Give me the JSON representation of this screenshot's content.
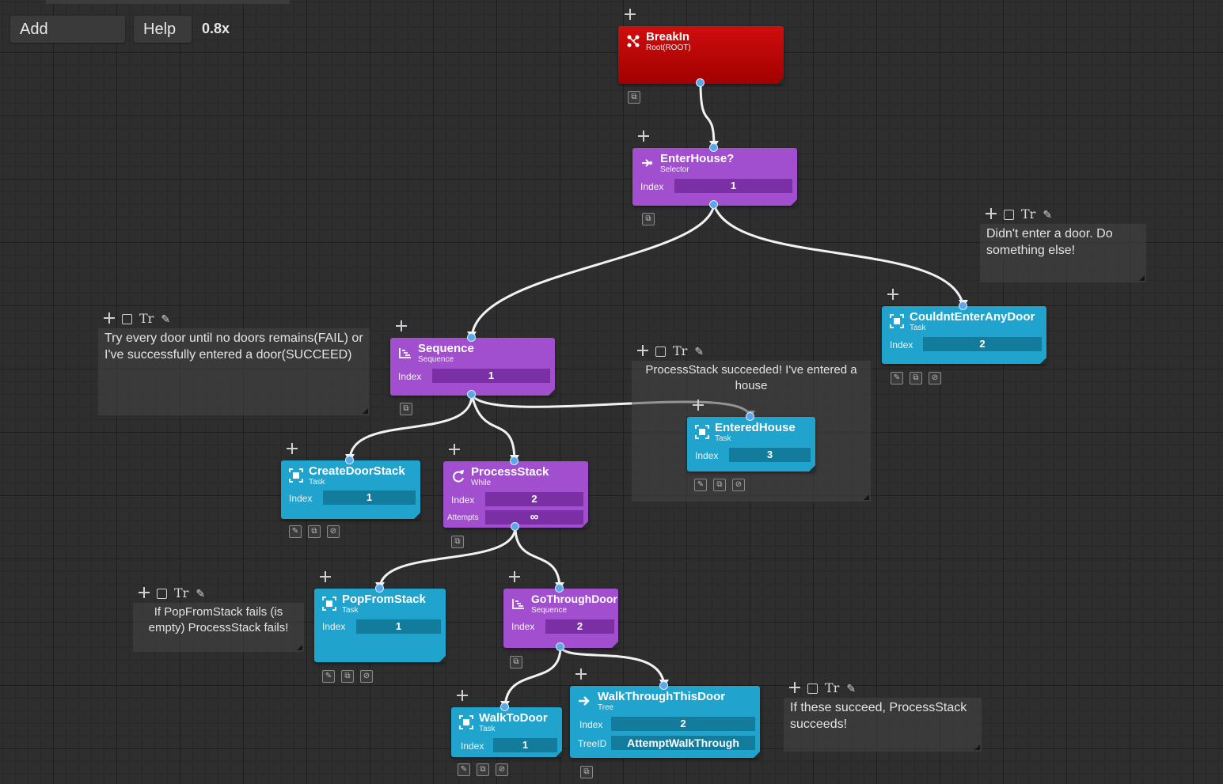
{
  "toolbar": {
    "add_label": "Add",
    "help_label": "Help",
    "zoom": "0.8x"
  },
  "nodes": {
    "breakin": {
      "title": "BreakIn",
      "sub": "Root(ROOT)"
    },
    "enterhouse": {
      "title": "EnterHouse?",
      "sub": "Selector",
      "index_label": "Index",
      "index": "1"
    },
    "couldnt": {
      "title": "CouldntEnterAnyDoor",
      "sub": "Task",
      "index_label": "Index",
      "index": "2"
    },
    "sequence": {
      "title": "Sequence",
      "sub": "Sequence",
      "index_label": "Index",
      "index": "1"
    },
    "enteredhouse": {
      "title": "EnteredHouse",
      "sub": "Task",
      "index_label": "Index",
      "index": "3"
    },
    "createdoorstack": {
      "title": "CreateDoorStack",
      "sub": "Task",
      "index_label": "Index",
      "index": "1"
    },
    "processstack": {
      "title": "ProcessStack",
      "sub": "While",
      "index_label": "Index",
      "index": "2",
      "attempts_label": "Attempts",
      "attempts": "∞"
    },
    "popfromstack": {
      "title": "PopFromStack",
      "sub": "Task",
      "index_label": "Index",
      "index": "1"
    },
    "gothroughdoor": {
      "title": "GoThroughDoor",
      "sub": "Sequence",
      "index_label": "Index",
      "index": "2"
    },
    "walktodoor": {
      "title": "WalkToDoor",
      "sub": "Task",
      "index_label": "Index",
      "index": "1"
    },
    "walkthrough": {
      "title": "WalkThroughThisDoor",
      "sub": "Tree",
      "index_label": "Index",
      "index": "2",
      "treeid_label": "TreeID",
      "treeid": "AttemptWalkThrough"
    }
  },
  "comments": {
    "didnt": "Didn't enter a door. Do something else!",
    "tryevery": "Try every door until no doors remains(FAIL) or I've successfully entered a door(SUCCEED)",
    "succeeded": "ProcessStack succeeded! I've entered a house",
    "popfails": "If PopFromStack fails (is empty) ProcessStack fails!",
    "ifthese": "If these succeed, ProcessStack succeeds!"
  },
  "icons": {
    "root": "root-branch-icon",
    "selector": "selector-arrow-icon",
    "sequence": "sequence-steps-icon",
    "task": "task-square-icon",
    "while": "loop-icon",
    "tree": "tree-arrow-icon",
    "move": "move-plus-icon",
    "edit": "pencil-icon",
    "copy": "duplicate-icon",
    "link": "link-icon"
  },
  "colors": {
    "composite": "#a24fcf",
    "leaf": "#20a3cc",
    "root": "#c00000",
    "port": "#5aa7ea"
  }
}
